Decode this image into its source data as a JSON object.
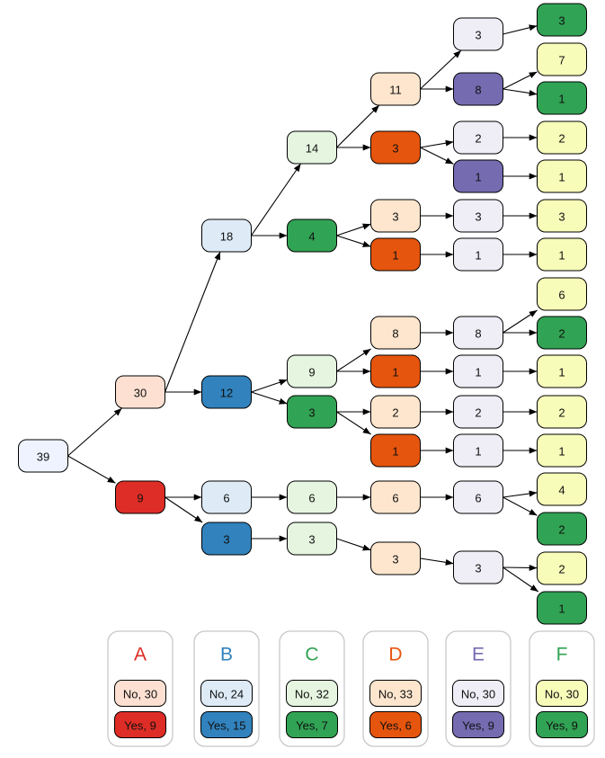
{
  "nodes": {
    "n39": {
      "label": "39",
      "color": "#eef3ff"
    },
    "n30": {
      "label": "30",
      "color": "#fde0d2"
    },
    "n9": {
      "label": "9",
      "color": "#de2d26"
    },
    "n18": {
      "label": "18",
      "color": "#deebf7"
    },
    "n12": {
      "label": "12",
      "color": "#3182bd"
    },
    "n6b": {
      "label": "6",
      "color": "#deebf7"
    },
    "n3b": {
      "label": "3",
      "color": "#3182bd"
    },
    "n14": {
      "label": "14",
      "color": "#e5f5e0"
    },
    "n4c": {
      "label": "4",
      "color": "#31a354"
    },
    "n9c": {
      "label": "9",
      "color": "#e5f5e0"
    },
    "n3c": {
      "label": "3",
      "color": "#31a354"
    },
    "n6c": {
      "label": "6",
      "color": "#e5f5e0"
    },
    "n3c2": {
      "label": "3",
      "color": "#e5f5e0"
    },
    "n11d": {
      "label": "11",
      "color": "#fee6ce"
    },
    "n3d_r": {
      "label": "3",
      "color": "#e6550d"
    },
    "n3d": {
      "label": "3",
      "color": "#fee6ce"
    },
    "n1d_a": {
      "label": "1",
      "color": "#e6550d"
    },
    "n8d": {
      "label": "8",
      "color": "#fee6ce"
    },
    "n1d_b": {
      "label": "1",
      "color": "#e6550d"
    },
    "n2d": {
      "label": "2",
      "color": "#fee6ce"
    },
    "n1d_c": {
      "label": "1",
      "color": "#e6550d"
    },
    "n6d": {
      "label": "6",
      "color": "#fee6ce"
    },
    "n3d2": {
      "label": "3",
      "color": "#fee6ce"
    },
    "e3a": {
      "label": "3",
      "color": "#efedf5"
    },
    "e8p": {
      "label": "8",
      "color": "#756bb1"
    },
    "e2a": {
      "label": "2",
      "color": "#efedf5"
    },
    "e1p": {
      "label": "1",
      "color": "#756bb1"
    },
    "e3b": {
      "label": "3",
      "color": "#efedf5"
    },
    "e1a": {
      "label": "1",
      "color": "#efedf5"
    },
    "e8a": {
      "label": "8",
      "color": "#efedf5"
    },
    "e1b": {
      "label": "1",
      "color": "#efedf5"
    },
    "e2b": {
      "label": "2",
      "color": "#efedf5"
    },
    "e1c": {
      "label": "1",
      "color": "#efedf5"
    },
    "e6a": {
      "label": "6",
      "color": "#efedf5"
    },
    "e3c": {
      "label": "3",
      "color": "#efedf5"
    },
    "f3a": {
      "label": "3",
      "color": "#31a354"
    },
    "f7": {
      "label": "7",
      "color": "#f7fcb9"
    },
    "f1a": {
      "label": "1",
      "color": "#31a354"
    },
    "f2a": {
      "label": "2",
      "color": "#f7fcb9"
    },
    "f1b": {
      "label": "1",
      "color": "#f7fcb9"
    },
    "f3b": {
      "label": "3",
      "color": "#f7fcb9"
    },
    "f1c": {
      "label": "1",
      "color": "#f7fcb9"
    },
    "f6": {
      "label": "6",
      "color": "#f7fcb9"
    },
    "f2b": {
      "label": "2",
      "color": "#31a354"
    },
    "f1d": {
      "label": "1",
      "color": "#f7fcb9"
    },
    "f2c": {
      "label": "2",
      "color": "#f7fcb9"
    },
    "f1e": {
      "label": "1",
      "color": "#f7fcb9"
    },
    "f4": {
      "label": "4",
      "color": "#f7fcb9"
    },
    "f2d": {
      "label": "2",
      "color": "#31a354"
    },
    "f2e": {
      "label": "2",
      "color": "#f7fcb9"
    },
    "f1f": {
      "label": "1",
      "color": "#31a354"
    }
  },
  "edges": [
    [
      "n39",
      "n30"
    ],
    [
      "n39",
      "n9"
    ],
    [
      "n30",
      "n18"
    ],
    [
      "n30",
      "n12"
    ],
    [
      "n9",
      "n6b"
    ],
    [
      "n9",
      "n3b"
    ],
    [
      "n18",
      "n14"
    ],
    [
      "n18",
      "n4c"
    ],
    [
      "n12",
      "n9c"
    ],
    [
      "n12",
      "n3c"
    ],
    [
      "n6b",
      "n6c"
    ],
    [
      "n3b",
      "n3c2"
    ],
    [
      "n14",
      "n11d"
    ],
    [
      "n14",
      "n3d_r"
    ],
    [
      "n4c",
      "n3d"
    ],
    [
      "n4c",
      "n1d_a"
    ],
    [
      "n9c",
      "n8d"
    ],
    [
      "n9c",
      "n1d_b"
    ],
    [
      "n3c",
      "n2d"
    ],
    [
      "n3c",
      "n1d_c"
    ],
    [
      "n6c",
      "n6d"
    ],
    [
      "n3c2",
      "n3d2"
    ],
    [
      "n11d",
      "e3a"
    ],
    [
      "n11d",
      "e8p"
    ],
    [
      "n3d_r",
      "e2a"
    ],
    [
      "n3d_r",
      "e1p"
    ],
    [
      "n3d",
      "e3b"
    ],
    [
      "n1d_a",
      "e1a"
    ],
    [
      "n8d",
      "e8a"
    ],
    [
      "n1d_b",
      "e1b"
    ],
    [
      "n2d",
      "e2b"
    ],
    [
      "n1d_c",
      "e1c"
    ],
    [
      "n6d",
      "e6a"
    ],
    [
      "n3d2",
      "e3c"
    ],
    [
      "e3a",
      "f3a"
    ],
    [
      "e8p",
      "f7"
    ],
    [
      "e8p",
      "f1a"
    ],
    [
      "e2a",
      "f2a"
    ],
    [
      "e1p",
      "f1b"
    ],
    [
      "e3b",
      "f3b"
    ],
    [
      "e1a",
      "f1c"
    ],
    [
      "e8a",
      "f6"
    ],
    [
      "e8a",
      "f2b"
    ],
    [
      "e1b",
      "f1d"
    ],
    [
      "e2b",
      "f2c"
    ],
    [
      "e1c",
      "f1e"
    ],
    [
      "e6a",
      "f4"
    ],
    [
      "e6a",
      "f2d"
    ],
    [
      "e3c",
      "f2e"
    ],
    [
      "e3c",
      "f1f"
    ]
  ],
  "legend": [
    {
      "title": "A",
      "title_color": "#de2d26",
      "no": {
        "label": "No, 30",
        "color": "#fde0d2"
      },
      "yes": {
        "label": "Yes, 9",
        "color": "#de2d26"
      }
    },
    {
      "title": "B",
      "title_color": "#3182bd",
      "no": {
        "label": "No, 24",
        "color": "#deebf7"
      },
      "yes": {
        "label": "Yes, 15",
        "color": "#3182bd"
      }
    },
    {
      "title": "C",
      "title_color": "#31a354",
      "no": {
        "label": "No, 32",
        "color": "#e5f5e0"
      },
      "yes": {
        "label": "Yes, 7",
        "color": "#31a354"
      }
    },
    {
      "title": "D",
      "title_color": "#e6550d",
      "no": {
        "label": "No, 33",
        "color": "#fee6ce"
      },
      "yes": {
        "label": "Yes, 6",
        "color": "#e6550d"
      }
    },
    {
      "title": "E",
      "title_color": "#756bb1",
      "no": {
        "label": "No, 30",
        "color": "#efedf5"
      },
      "yes": {
        "label": "Yes, 9",
        "color": "#756bb1"
      }
    },
    {
      "title": "F",
      "title_color": "#31a354",
      "no": {
        "label": "No, 30",
        "color": "#f7fcb9"
      },
      "yes": {
        "label": "Yes, 9",
        "color": "#31a354"
      }
    }
  ]
}
